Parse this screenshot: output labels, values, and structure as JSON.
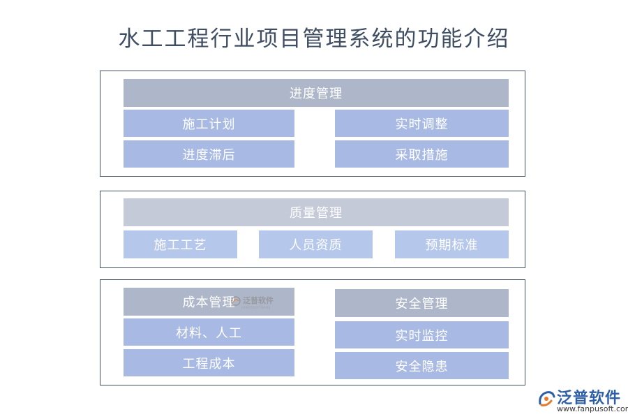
{
  "title": "水工工程行业项目管理系统的功能介绍",
  "progress": {
    "header": "进度管理",
    "items": [
      "施工计划",
      "实时调整",
      "进度滞后",
      "采取措施"
    ]
  },
  "quality": {
    "header": "质量管理",
    "items": [
      "施工工艺",
      "人员资质",
      "预期标准"
    ]
  },
  "cost": {
    "header": "成本管理",
    "items": [
      "材料、人工",
      "工程成本"
    ]
  },
  "safety": {
    "header": "安全管理",
    "items": [
      "实时监控",
      "安全隐患"
    ]
  },
  "watermark": {
    "name": "泛普软件",
    "sub": "FANPUSOFTWARE"
  },
  "logo": {
    "name": "泛普软件",
    "url": "www.fanpusoft.com",
    "icon": "fanpu-logo-icon"
  },
  "colors": {
    "title": "#3f4d63",
    "header_dark": "#aeb7c9",
    "header_light": "#c4cad8",
    "item_blue": "#a8b9e3",
    "item_light": "#b6c7ec",
    "logo_blue": "#2d5fa8",
    "logo_orange": "#e8792b"
  }
}
